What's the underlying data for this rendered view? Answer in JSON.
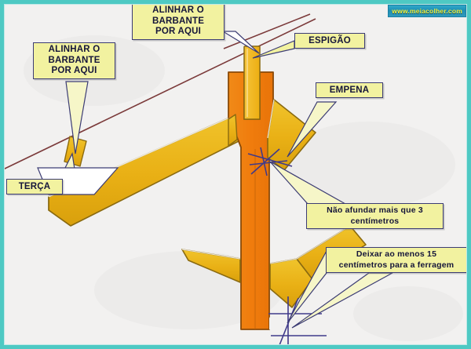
{
  "page": {
    "title": "Diagrama de montagem de telhado - alinhamento de terça e espigão",
    "watermark": "www.meiacolher.com",
    "frame_color": "#4ec9c3",
    "background_color": "#f2f1f0"
  },
  "labels": {
    "align_top": {
      "line1": "ALINHAR O",
      "line2": "BARBANTE",
      "line3": "POR AQUI"
    },
    "align_left": {
      "line1": "ALINHAR O",
      "line2": "BARBANTE",
      "line3": "POR AQUI"
    },
    "espigao": {
      "line1": "ESPIGÃO"
    },
    "empena": {
      "line1": "EMPENA"
    },
    "terca": {
      "line1": "TERÇA"
    },
    "afundar": {
      "line1": "Não afundar mais que 3",
      "line2": "centímetros"
    },
    "ferragem": {
      "line1": "Deixar ao menos 15",
      "line2": "centímetros para a ferragem"
    }
  },
  "style": {
    "callout_fill": "#f2f2a0",
    "callout_border": "#3c3c74",
    "beam_fill": "#e8b11a",
    "beam_edge": "#8a6a10",
    "post_fill": "#f07e11",
    "post_edge": "#8a4a08",
    "spike_fill": "#f2b920",
    "string_line": "#7b3a3a",
    "marker_color": "#403a8a"
  },
  "chart_data": {
    "type": "diagram",
    "title": "Alinhamento de terça, espigão e empena",
    "annotations": [
      "ALINHAR O BARBANTE POR AQUI",
      "ALINHAR O BARBANTE POR AQUI",
      "ESPIGÃO",
      "EMPENA",
      "TERÇA",
      "Não afundar mais que 3 centímetros",
      "Deixar ao menos 15 centímetros para a ferragem"
    ],
    "parts": [
      {
        "name": "espigao",
        "role": "ridge-hip spike on top of post"
      },
      {
        "name": "pilar",
        "role": "vertical orange post / column"
      },
      {
        "name": "terca",
        "role": "diagonal purlin beam going down-left"
      },
      {
        "name": "empena",
        "role": "gable beam going down-right"
      },
      {
        "name": "escora-inferior",
        "role": "lower brace beam down-right"
      },
      {
        "name": "escora-esquerda",
        "role": "lower brace beam down-left"
      }
    ],
    "measurements": [
      {
        "label": "Não afundar mais que 3 centímetros",
        "value": 3,
        "unit": "cm"
      },
      {
        "label": "Deixar ao menos 15 centímetros para a ferragem",
        "value": 15,
        "unit": "cm"
      }
    ]
  }
}
